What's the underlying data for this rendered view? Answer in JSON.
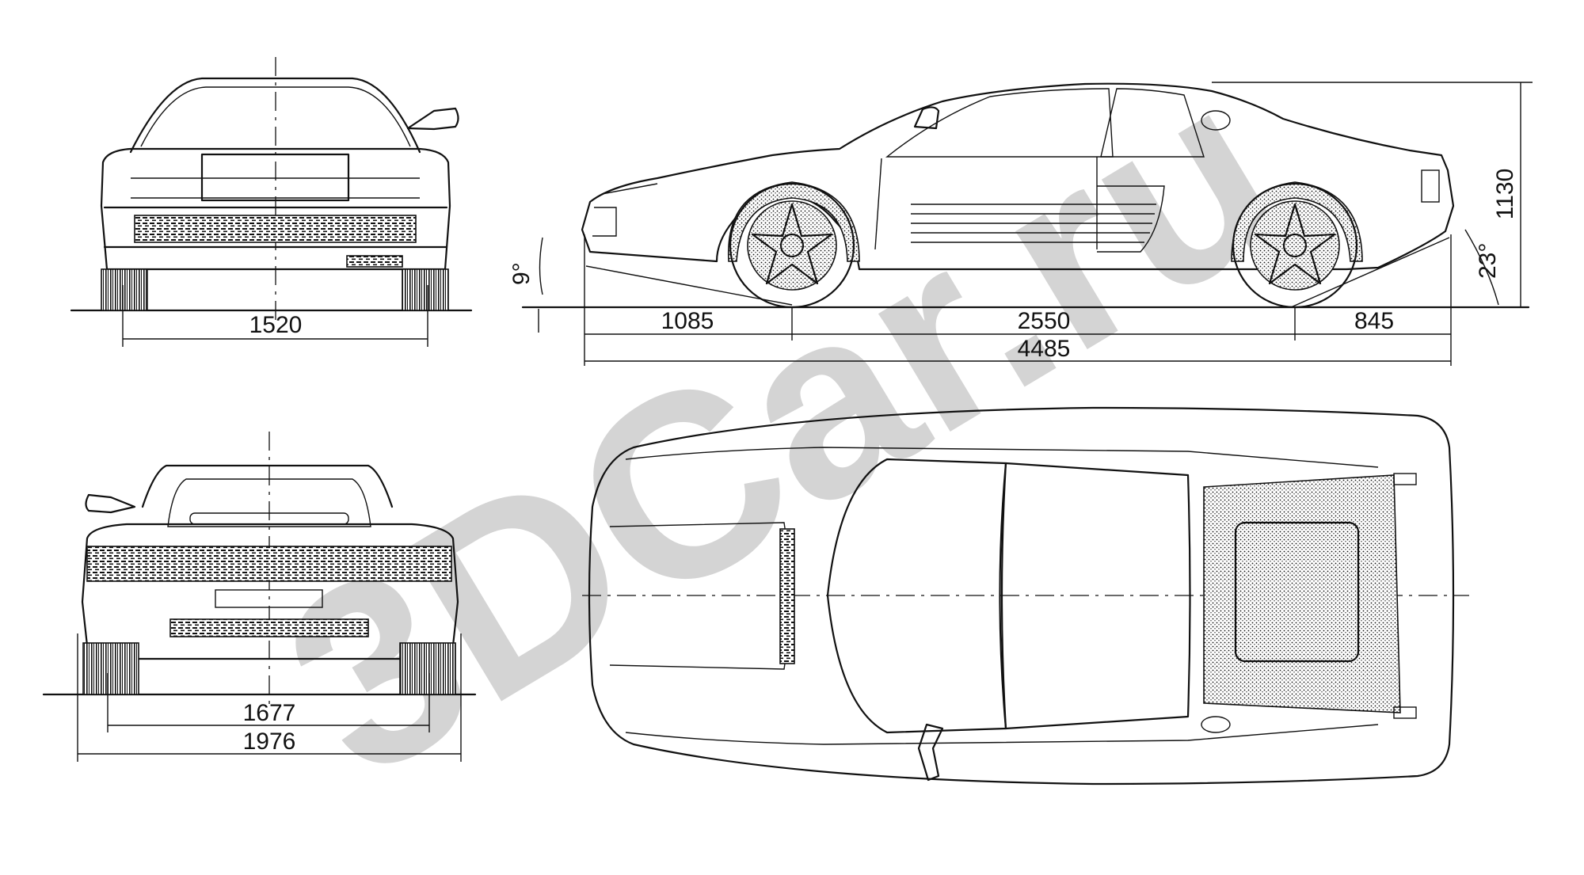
{
  "watermark": "3DCar.ru",
  "dimensions": {
    "front_track": "1520",
    "rear_track": "1677",
    "overall_width": "1976",
    "front_overhang": "1085",
    "wheelbase": "2550",
    "rear_overhang": "845",
    "overall_length": "4485",
    "height": "1130",
    "approach_angle": "9°",
    "departure_angle": "23°"
  },
  "views": [
    "front",
    "side",
    "rear",
    "top"
  ],
  "colors": {
    "ink": "#111111",
    "watermark": "#d4d4d4",
    "paper": "#ffffff"
  }
}
